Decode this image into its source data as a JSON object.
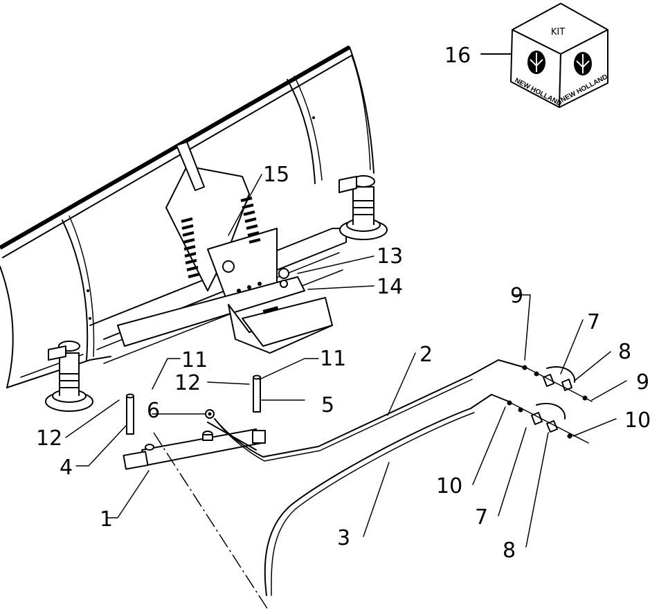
{
  "kit": {
    "top_label": "KIT",
    "brand_left": "NEW HOLLAND",
    "brand_right": "NEW HOLLAND"
  },
  "callouts": {
    "c1": "1",
    "c2": "2",
    "c3": "3",
    "c4": "4",
    "c5": "5",
    "c6": "6",
    "c7a": "7",
    "c7b": "7",
    "c8a": "8",
    "c8b": "8",
    "c9a": "9",
    "c9b": "9",
    "c10a": "10",
    "c10b": "10",
    "c11a": "11",
    "c11b": "11",
    "c12a": "12",
    "c12b": "12",
    "c13": "13",
    "c14": "14",
    "c15": "15",
    "c16": "16"
  }
}
